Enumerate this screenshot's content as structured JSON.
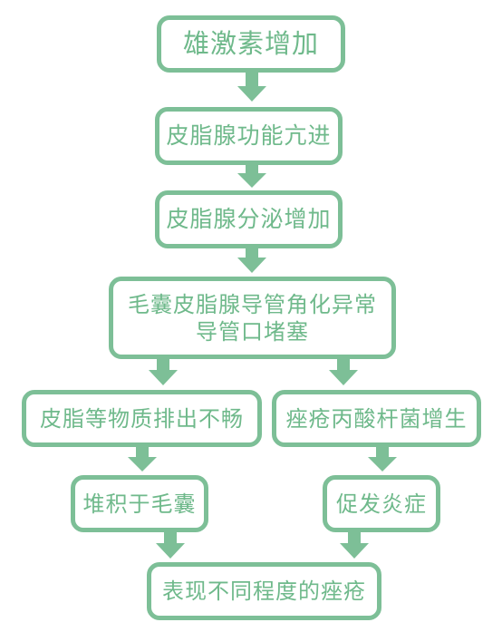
{
  "nodes": {
    "n1": "雄激素增加",
    "n2": "皮脂腺功能亢进",
    "n3": "皮脂腺分泌增加",
    "n4_line1": "毛囊皮脂腺导管角化异常",
    "n4_line2": "导管口堵塞",
    "n5": "皮脂等物质排出不畅",
    "n6": "痤疮丙酸杆菌增生",
    "n7": "堆积于毛囊",
    "n8": "促发炎症",
    "n9": "表现不同程度的痤疮"
  },
  "colors": {
    "border": "#7dbf97",
    "text": "#6fb98b",
    "arrow": "#7dbf97"
  }
}
